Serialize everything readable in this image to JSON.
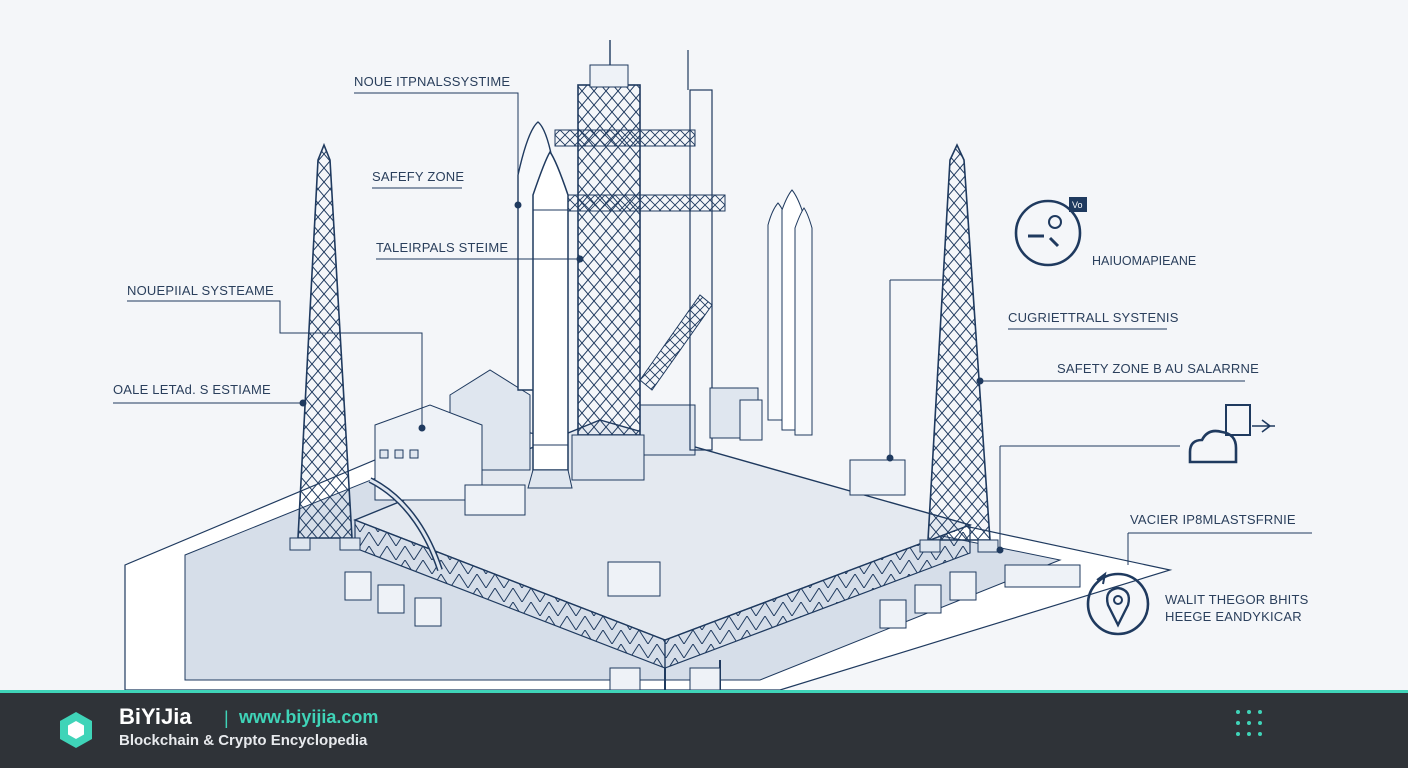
{
  "diagram": {
    "labels": {
      "l1": "NOUE ITPNALSSYSTIME",
      "l2": "SAFEFY ZONE",
      "l3": "TALEIRPALS STEIME",
      "l4": "NOUEPIIAL SYSTEAME",
      "l5": "OALE LETAd. S ESTIAME",
      "r1": "HAIUOMAPIEANE",
      "r2": "CUGRIETTRALL SYSTENIS",
      "r3": "SAFETY ZONE B AU SALARRNE",
      "r4": "VACIER IP8MLASTSFRNIE",
      "r5a": "WALIT THEGOR BHITS",
      "r5b": "HEEGE EANDYKICAR"
    },
    "icons": {
      "badge": "Vo"
    }
  },
  "footer": {
    "brand": "BiYiJia",
    "separator": "|",
    "url": "www.biyijia.com",
    "tagline": "Blockchain & Crypto Encyclopedia"
  },
  "colors": {
    "line": "#1f3a5f",
    "accent": "#3fd4b8",
    "footer_bg": "#2f3338"
  }
}
